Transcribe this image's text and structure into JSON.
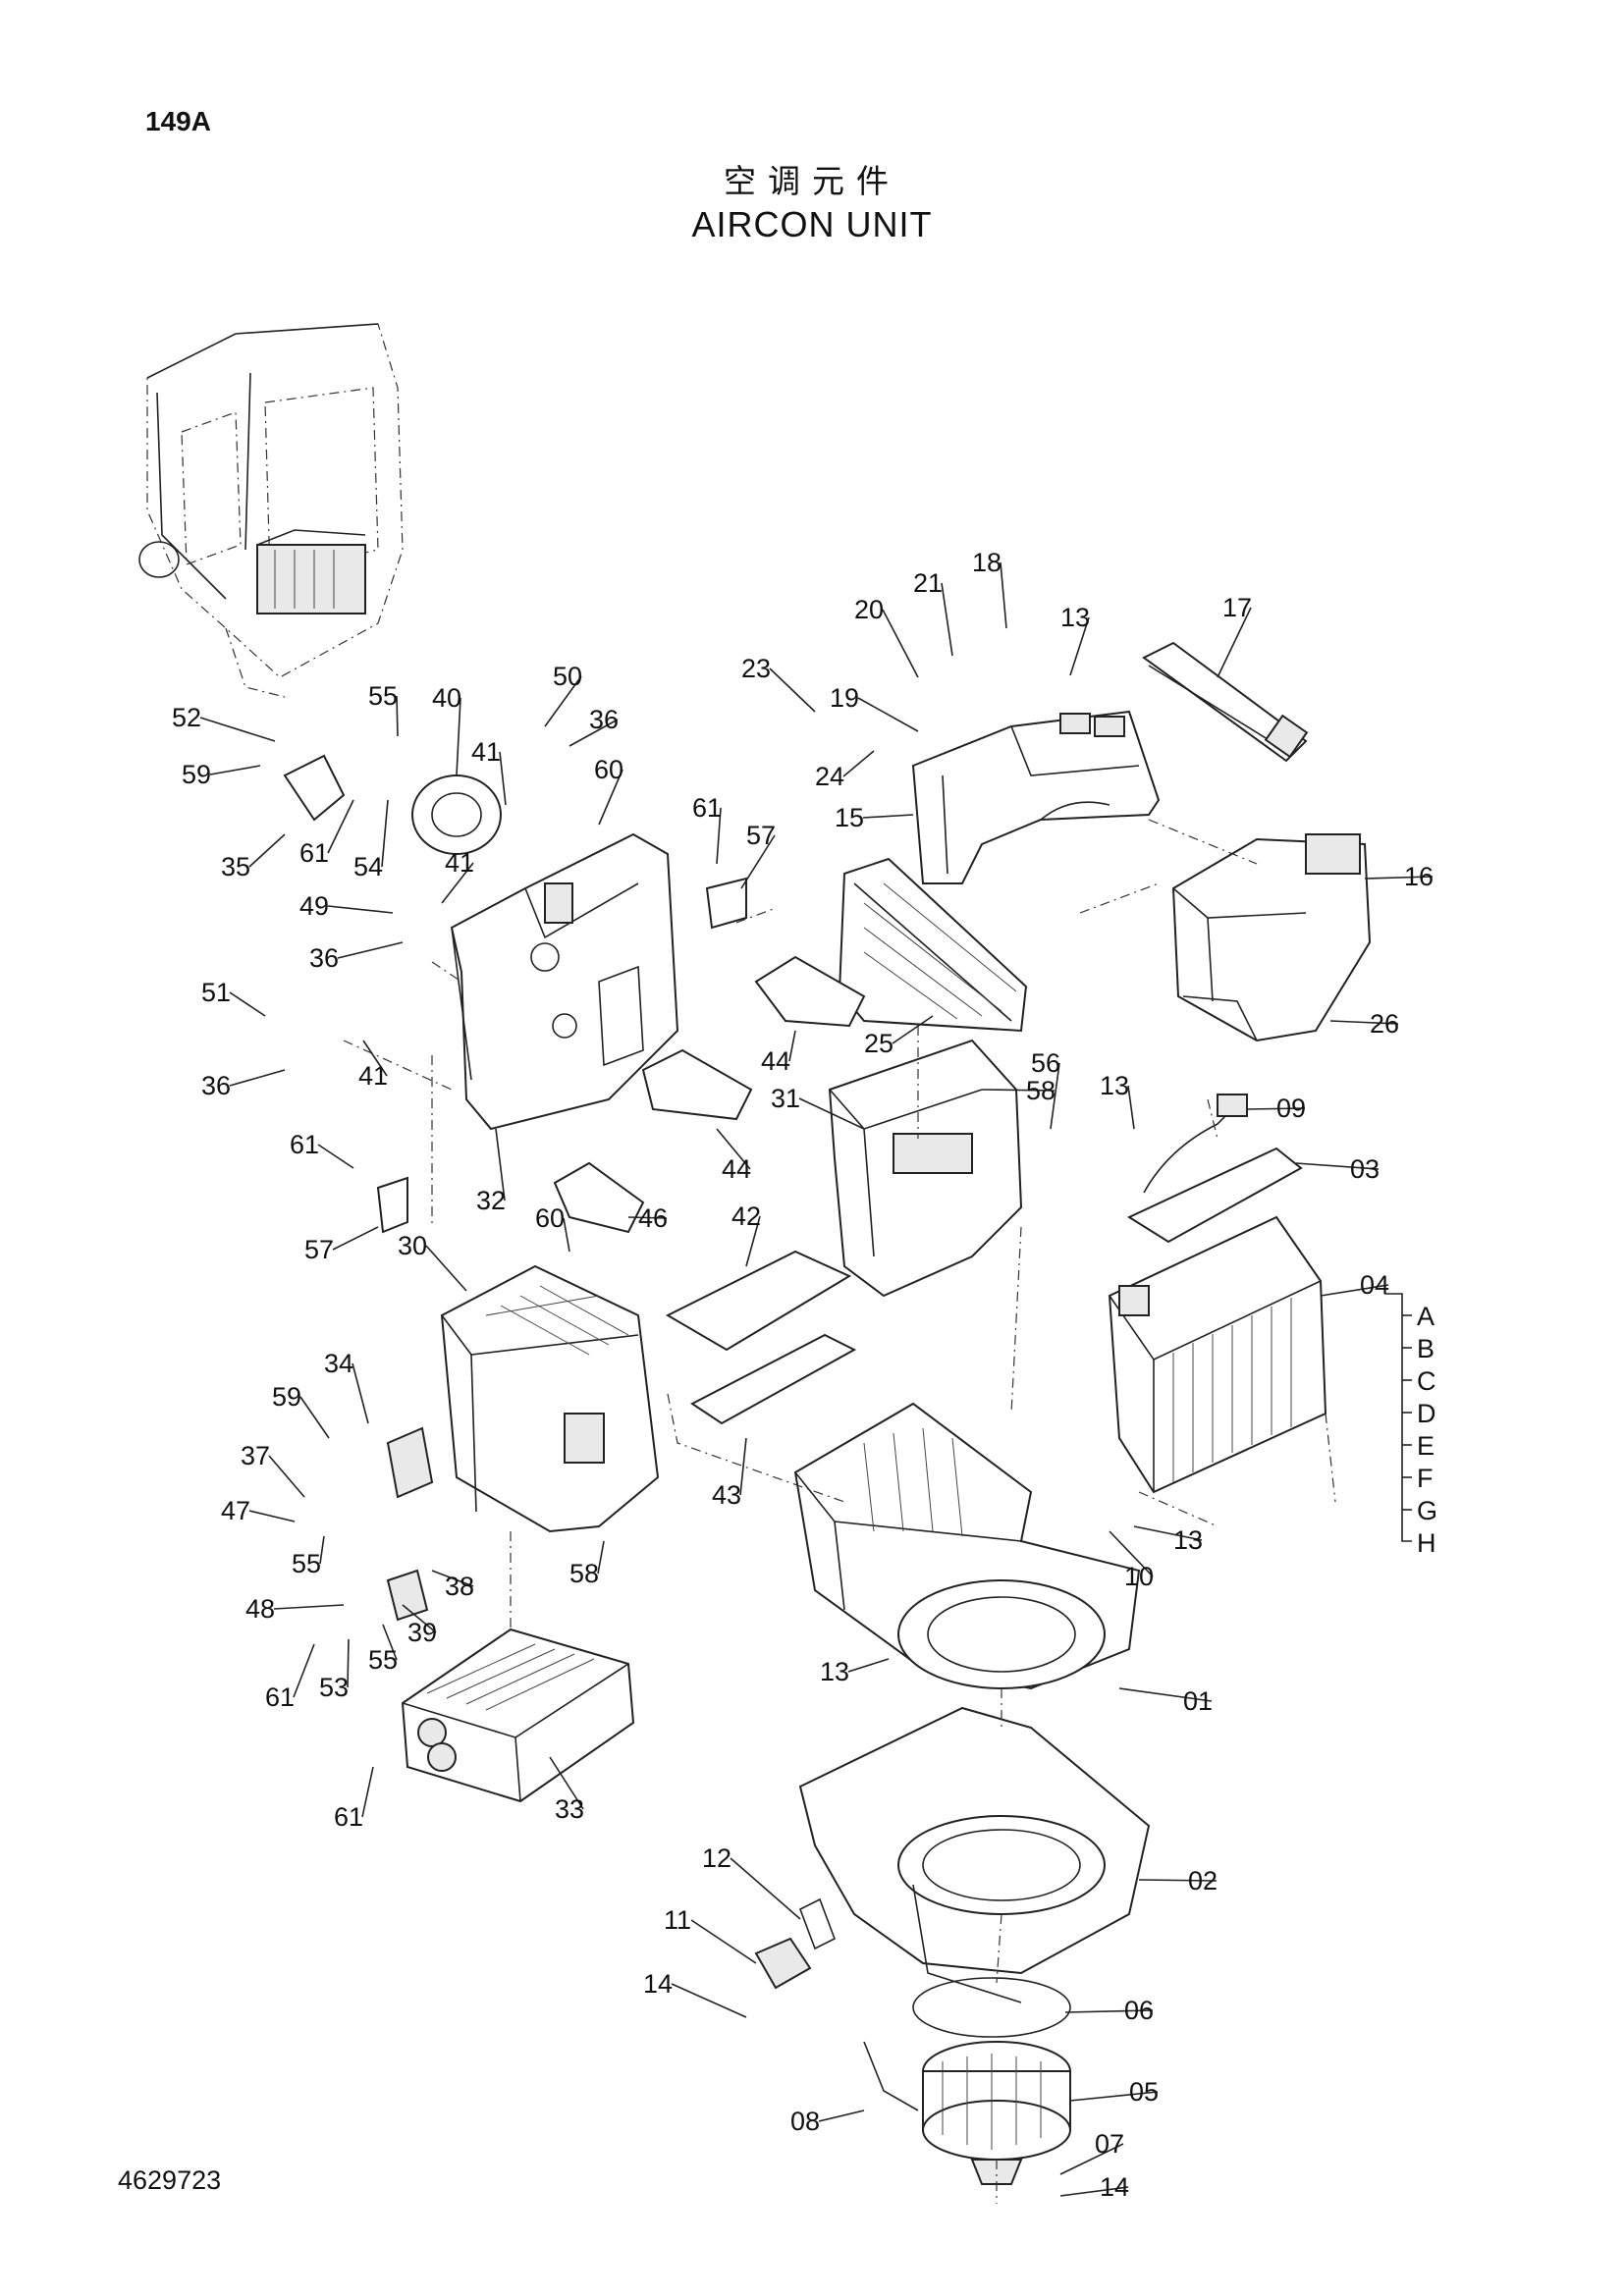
{
  "page_code": "149A",
  "title_cn": "空调元件",
  "title_en": "AIRCON UNIT",
  "doc_number": "4629723",
  "callouts": [
    {
      "id": "c18",
      "label": "18"
    },
    {
      "id": "c21",
      "label": "21"
    },
    {
      "id": "c20",
      "label": "20"
    },
    {
      "id": "c13a",
      "label": "13"
    },
    {
      "id": "c17",
      "label": "17"
    },
    {
      "id": "c23",
      "label": "23"
    },
    {
      "id": "c19",
      "label": "19"
    },
    {
      "id": "c24",
      "label": "24"
    },
    {
      "id": "c15",
      "label": "15"
    },
    {
      "id": "c16",
      "label": "16"
    },
    {
      "id": "c26",
      "label": "26"
    },
    {
      "id": "c25",
      "label": "25"
    },
    {
      "id": "c44a",
      "label": "44"
    },
    {
      "id": "c44b",
      "label": "44"
    },
    {
      "id": "c58a",
      "label": "58"
    },
    {
      "id": "c56",
      "label": "56"
    },
    {
      "id": "c31",
      "label": "31"
    },
    {
      "id": "c13b",
      "label": "13"
    },
    {
      "id": "c09",
      "label": "09"
    },
    {
      "id": "c03",
      "label": "03"
    },
    {
      "id": "c04",
      "label": "04"
    },
    {
      "id": "c42",
      "label": "42"
    },
    {
      "id": "c46",
      "label": "46"
    },
    {
      "id": "c43",
      "label": "43"
    },
    {
      "id": "c10",
      "label": "10"
    },
    {
      "id": "c13c",
      "label": "13"
    },
    {
      "id": "c13d",
      "label": "13"
    },
    {
      "id": "c01",
      "label": "01"
    },
    {
      "id": "c02",
      "label": "02"
    },
    {
      "id": "c12",
      "label": "12"
    },
    {
      "id": "c11",
      "label": "11"
    },
    {
      "id": "c14a",
      "label": "14"
    },
    {
      "id": "c06",
      "label": "06"
    },
    {
      "id": "c05",
      "label": "05"
    },
    {
      "id": "c08",
      "label": "08"
    },
    {
      "id": "c07",
      "label": "07"
    },
    {
      "id": "c14b",
      "label": "14"
    },
    {
      "id": "c52",
      "label": "52"
    },
    {
      "id": "c55a",
      "label": "55"
    },
    {
      "id": "c40",
      "label": "40"
    },
    {
      "id": "c50",
      "label": "50"
    },
    {
      "id": "c36a",
      "label": "36"
    },
    {
      "id": "c59a",
      "label": "59"
    },
    {
      "id": "c35",
      "label": "35"
    },
    {
      "id": "c61a",
      "label": "61"
    },
    {
      "id": "c54",
      "label": "54"
    },
    {
      "id": "c41a",
      "label": "41"
    },
    {
      "id": "c60a",
      "label": "60"
    },
    {
      "id": "c49",
      "label": "49"
    },
    {
      "id": "c41b",
      "label": "41"
    },
    {
      "id": "c36b",
      "label": "36"
    },
    {
      "id": "c51",
      "label": "51"
    },
    {
      "id": "c41c",
      "label": "41"
    },
    {
      "id": "c36c",
      "label": "36"
    },
    {
      "id": "c61b",
      "label": "61"
    },
    {
      "id": "c57a",
      "label": "57"
    },
    {
      "id": "c61c",
      "label": "61"
    },
    {
      "id": "c57b",
      "label": "57"
    },
    {
      "id": "c32",
      "label": "32"
    },
    {
      "id": "c60b",
      "label": "60"
    },
    {
      "id": "c30",
      "label": "30"
    },
    {
      "id": "c34",
      "label": "34"
    },
    {
      "id": "c59b",
      "label": "59"
    },
    {
      "id": "c37",
      "label": "37"
    },
    {
      "id": "c47",
      "label": "47"
    },
    {
      "id": "c55b",
      "label": "55"
    },
    {
      "id": "c38",
      "label": "38"
    },
    {
      "id": "c58b",
      "label": "58"
    },
    {
      "id": "c48",
      "label": "48"
    },
    {
      "id": "c39",
      "label": "39"
    },
    {
      "id": "c55c",
      "label": "55"
    },
    {
      "id": "c61d",
      "label": "61"
    },
    {
      "id": "c53",
      "label": "53"
    },
    {
      "id": "c61e",
      "label": "61"
    },
    {
      "id": "c33",
      "label": "33"
    }
  ],
  "variants": [
    "A",
    "B",
    "C",
    "D",
    "E",
    "F",
    "G",
    "H"
  ]
}
